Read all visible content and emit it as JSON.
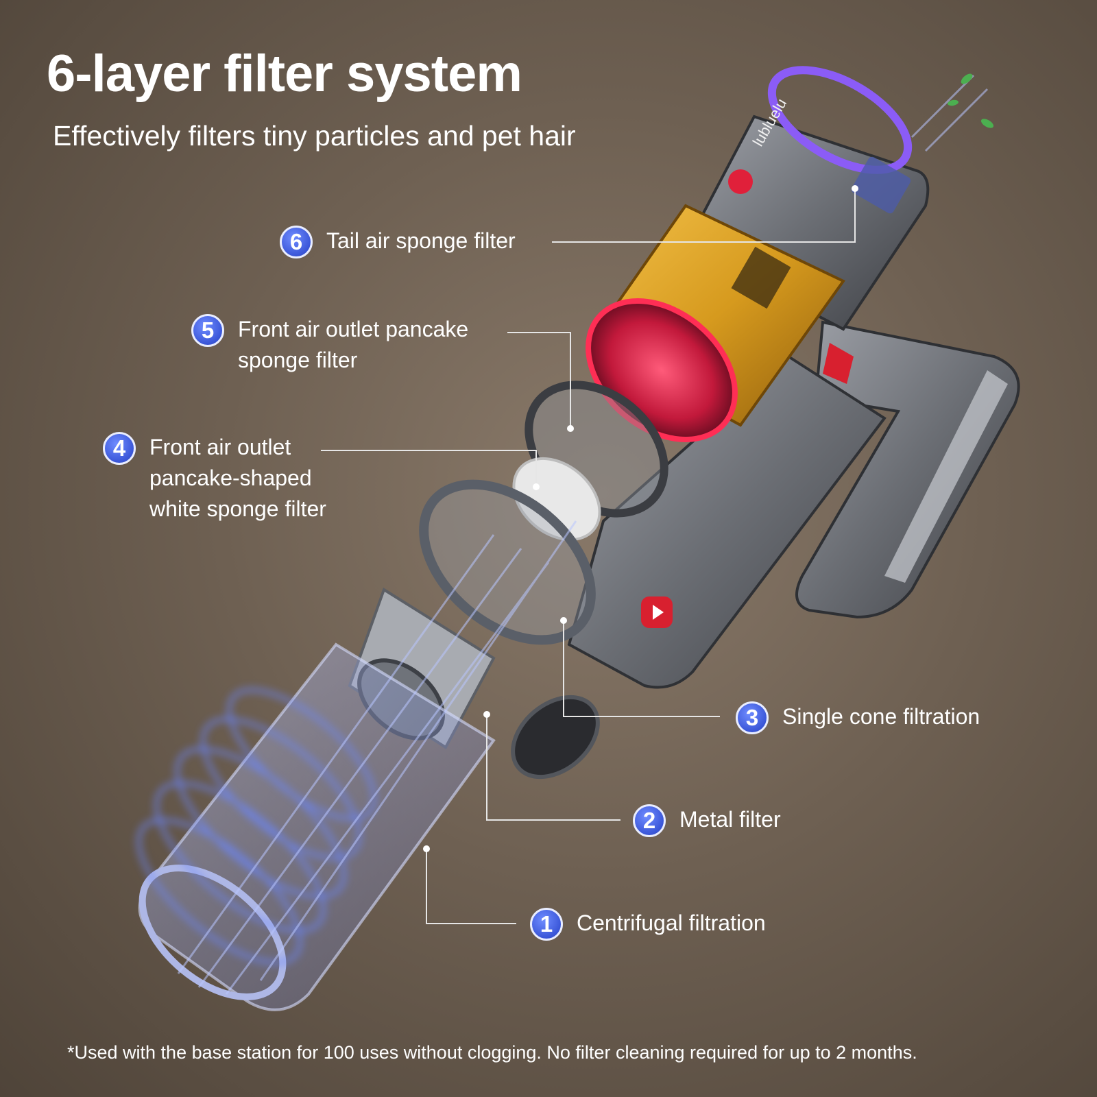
{
  "heading": {
    "title": "6-layer filter system",
    "subtitle": "Effectively filters tiny particles and pet hair"
  },
  "brand": {
    "logo_text": "lubluelu"
  },
  "callouts": [
    {
      "number": "1",
      "label": "Centrifugal filtration"
    },
    {
      "number": "2",
      "label": "Metal filter"
    },
    {
      "number": "3",
      "label": "Single cone filtration"
    },
    {
      "number": "4",
      "label_lines": [
        "Front air outlet",
        "pancake-shaped",
        "white sponge filter"
      ]
    },
    {
      "number": "5",
      "label_lines": [
        "Front air outlet pancake",
        "sponge filter"
      ]
    },
    {
      "number": "6",
      "label": "Tail air sponge filter"
    }
  ],
  "footnote": "*Used with the base station for 100 uses without clogging. No filter cleaning required for up to 2 months.",
  "colors": {
    "badge": "#3a56d8",
    "accent_gold": "#d69a1e",
    "accent_red": "#e0203a",
    "airflow_blue": "#6a86ff",
    "body_gray": "#6b6e74"
  }
}
